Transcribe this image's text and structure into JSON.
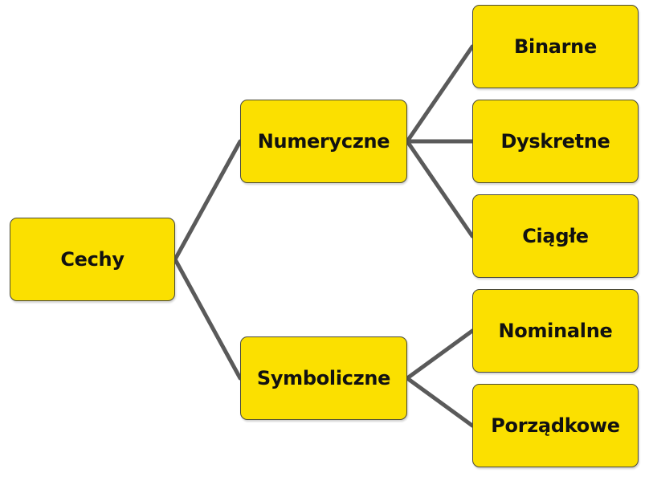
{
  "diagram": {
    "root": {
      "label": "Cechy"
    },
    "branches": [
      {
        "label": "Numeryczne",
        "children": [
          {
            "label": "Binarne"
          },
          {
            "label": "Dyskretne"
          },
          {
            "label": "Ciągłe"
          }
        ]
      },
      {
        "label": "Symboliczne",
        "children": [
          {
            "label": "Nominalne"
          },
          {
            "label": "Porządkowe"
          }
        ]
      }
    ],
    "colors": {
      "node_fill": "#fbe000",
      "node_border": "#4a4a3a",
      "connector": "#5a5a5a",
      "text": "#111111"
    }
  }
}
